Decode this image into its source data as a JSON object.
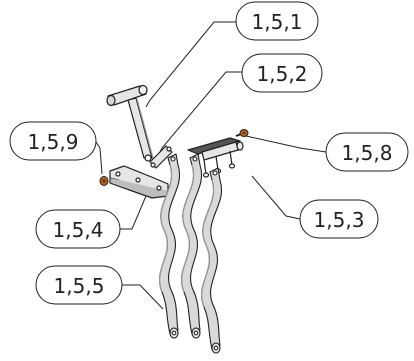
{
  "diagram": {
    "callouts": [
      {
        "id": "c151",
        "label": "1,5,1"
      },
      {
        "id": "c152",
        "label": "1,5,2"
      },
      {
        "id": "c159",
        "label": "1,5,9"
      },
      {
        "id": "c158",
        "label": "1,5,8"
      },
      {
        "id": "c154",
        "label": "1,5,4"
      },
      {
        "id": "c153",
        "label": "1,5,3"
      },
      {
        "id": "c155",
        "label": "1,5,5"
      }
    ],
    "colors": {
      "line": "#222222",
      "part_fill": "#e6e6e6",
      "part_shade": "#9a9a9a",
      "strip_fill": "#d9d9d9",
      "screw": "#b5651d"
    }
  }
}
